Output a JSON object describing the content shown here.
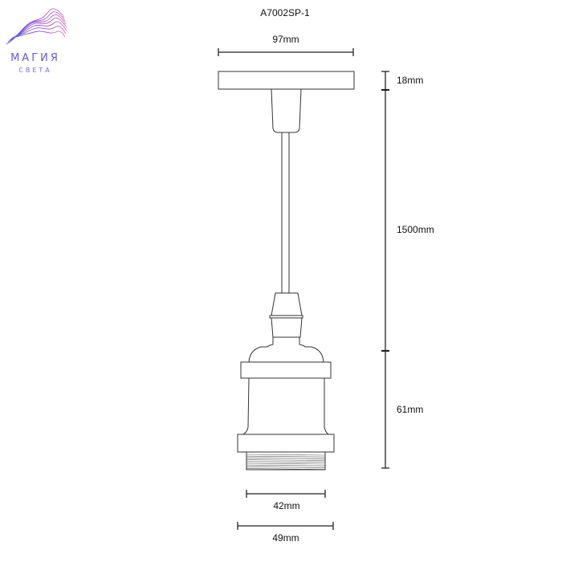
{
  "title": "A7002SP-1",
  "logo": {
    "name": "МАГИЯ",
    "sub": "СВЕТА",
    "colors": [
      "#5a5ad0",
      "#b050c0",
      "#d070c0"
    ]
  },
  "dimensions": {
    "canopy_width": "97mm",
    "canopy_height": "18mm",
    "cord_length": "1500mm",
    "socket_height": "61mm",
    "thread_width": "42mm",
    "collar_width": "49mm"
  },
  "colors": {
    "line": "#222222"
  }
}
